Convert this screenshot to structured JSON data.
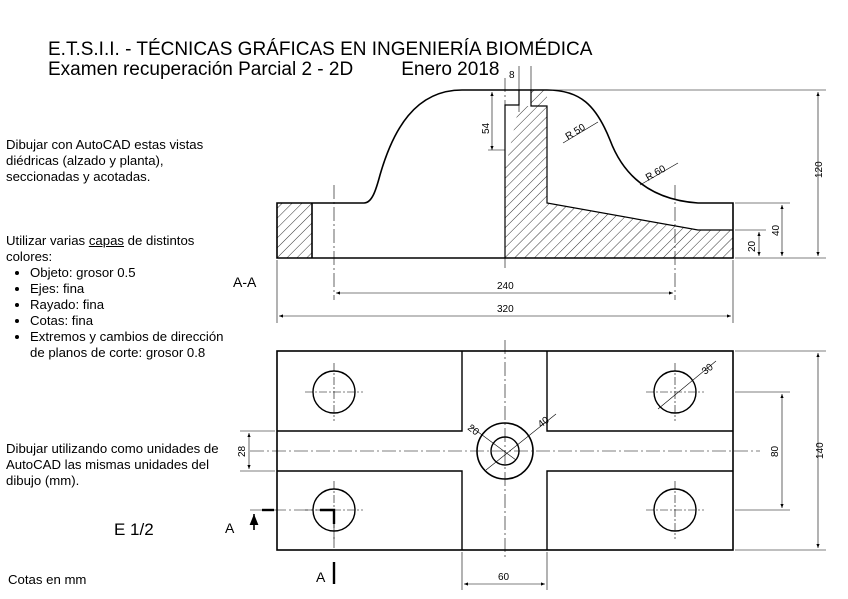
{
  "header": {
    "line1": "E.T.S.I.I. - TÉCNICAS GRÁFICAS EN INGENIERÍA BIOMÉDICA",
    "line2": "Examen recuperación Parcial 2 - 2D",
    "date": "Enero 2018"
  },
  "instructions": {
    "p1": "Dibujar con AutoCAD estas vistas diédricas (alzado y planta), seccionadas y acotadas.",
    "p2_pre": "Utilizar varias ",
    "p2_link": "capas",
    "p2_post": " de distintos colores:",
    "layers": [
      "Objeto: grosor 0.5",
      "Ejes: fina",
      "Rayado:  fina",
      "Cotas: fina",
      "Extremos y cambios de dirección de planos de corte: grosor 0.8"
    ],
    "p3": "Dibujar utilizando como unidades de AutoCAD las mismas unidades del dibujo (mm).",
    "scale": "E 1/2",
    "units": "Cotas en mm"
  },
  "section_label": "A-A",
  "cut_label": "A",
  "dimensions": {
    "elevation": {
      "top_8": "8",
      "depth_54": "54",
      "r50": "R 50",
      "r60": "R 60",
      "h120": "120",
      "h40": "40",
      "h20": "20",
      "w240": "240",
      "w320": "320"
    },
    "plan": {
      "d30": "30",
      "d20": "20",
      "d40": "40",
      "w28": "28",
      "h80": "80",
      "h140": "140",
      "w60": "60"
    }
  }
}
